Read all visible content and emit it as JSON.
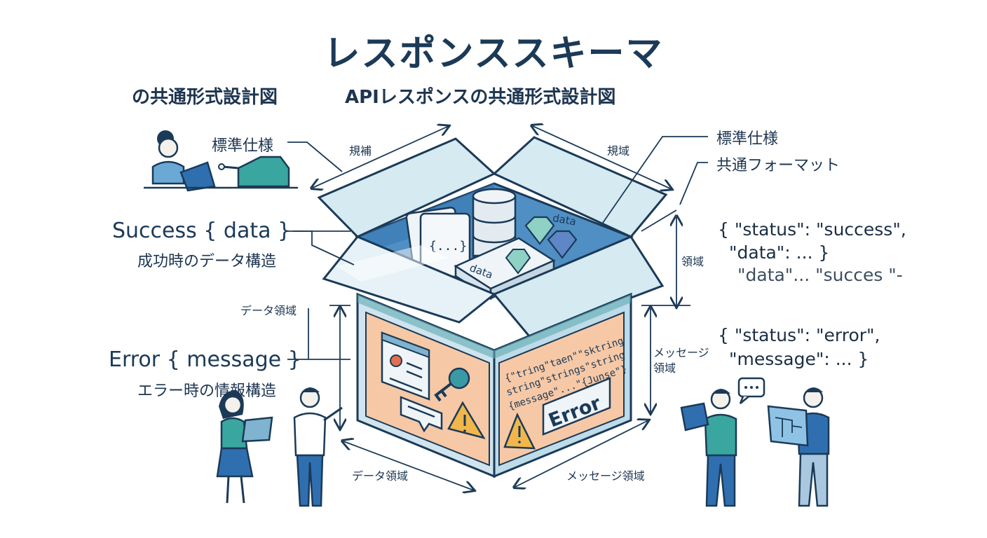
{
  "title": "レスポンススキーマ",
  "subtitle_left": "の共通形式設計図",
  "subtitle_center": "APIレスポンスの共通形式設計図",
  "left": {
    "standard_spec": "標準仕様",
    "success_label": "Success { data }",
    "success_desc": "成功時のデータ構造",
    "data_area": "データ領域",
    "error_label": "Error { message }",
    "error_desc": "エラー時の情報構造"
  },
  "right": {
    "standard_spec": "標準仕様",
    "common_format": "共通フォーマット",
    "area": "領域",
    "message_area_1": "メッセージ",
    "message_area_2": "領域",
    "success_json_1": "{ \"status\": \"success\",",
    "success_json_2": "\"data\": ... }",
    "success_json_3": "\"data\"... \"succes \"-",
    "error_json_1": "{ \"status\": \"error\",",
    "error_json_2": "\"message\": ... }"
  },
  "box": {
    "top_left_dim": "規補",
    "top_right_dim": "規域",
    "bottom_left_dim": "データ領域",
    "bottom_right_dim": "メッセージ領域",
    "data_tag": "data",
    "data_tag_2": "data",
    "doc_label": "{...}",
    "code_text_1": "{\"tring\"taen\"\"sktring",
    "code_text_2": "string\"strings\"string",
    "code_text_3": "{message\"...\"{Junse\"}",
    "error_badge": "Error"
  },
  "colors": {
    "navy": "#1b3a57",
    "box_blue": "#cfe4ee",
    "box_blue_dark": "#7fb3cf",
    "peach": "#f6c8a6",
    "teal": "#3a9aa3",
    "figure_blue": "#2f6fb0"
  },
  "icons": [
    "database-icon",
    "gem-icon",
    "document-icon",
    "browser-window-icon",
    "key-icon",
    "warning-icon",
    "chat-bubble-icon",
    "laptop-icon",
    "blueprint-icon"
  ]
}
